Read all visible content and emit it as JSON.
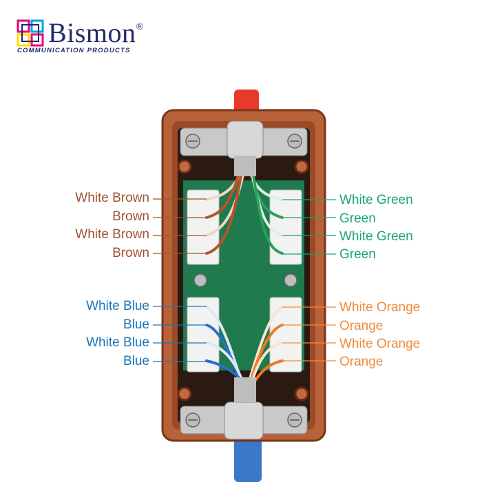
{
  "brand": {
    "name": "Bismon",
    "registered": "®",
    "tagline": "COMMUNICATION PRODUCTS",
    "colors": [
      "#e6007e",
      "#00a0e9",
      "#ffe100",
      "#1f2a6b"
    ]
  },
  "left_labels": [
    {
      "text": "White Brown",
      "color": "#a0522d"
    },
    {
      "text": "Brown",
      "color": "#a0522d"
    },
    {
      "text": "White Brown",
      "color": "#a0522d"
    },
    {
      "text": "Brown",
      "color": "#a0522d"
    },
    {
      "text": "White Blue",
      "color": "#1a75b8"
    },
    {
      "text": "Blue",
      "color": "#1a75b8"
    },
    {
      "text": "White Blue",
      "color": "#1a75b8"
    },
    {
      "text": "Blue",
      "color": "#1a75b8"
    }
  ],
  "right_labels": [
    {
      "text": "White Green",
      "color": "#1aa37a"
    },
    {
      "text": "Green",
      "color": "#1aa37a"
    },
    {
      "text": "White Green",
      "color": "#1aa37a"
    },
    {
      "text": "Green",
      "color": "#1aa37a"
    },
    {
      "text": "White Orange",
      "color": "#f08a3c"
    },
    {
      "text": "Orange",
      "color": "#f08a3c"
    },
    {
      "text": "White Orange",
      "color": "#f08a3c"
    },
    {
      "text": "Orange",
      "color": "#f08a3c"
    }
  ],
  "colors": {
    "housing": "#b8623a",
    "housing_dark": "#7a3418",
    "pcb": "#1f7a4e",
    "terminal": "#f2f2f2",
    "cable_top": "#e8392b",
    "cable_bottom": "#3b78c9",
    "metal": "#c9c9c9"
  }
}
